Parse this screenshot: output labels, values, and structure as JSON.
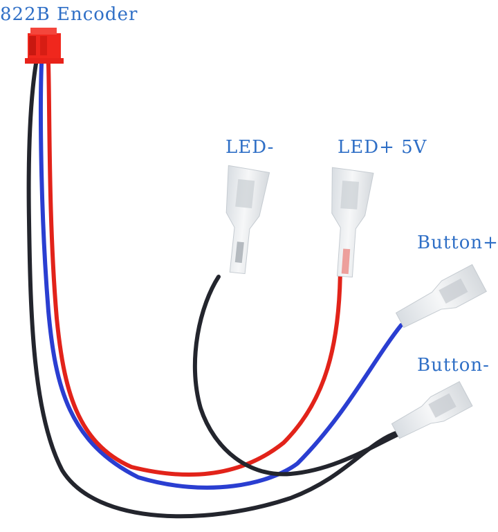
{
  "labels": {
    "encoder": "822B Encoder",
    "led_minus": "LED-",
    "led_plus": "LED+ 5V",
    "button_plus": "Button+",
    "button_minus": "Button-"
  },
  "colors": {
    "label_text": "#2f6fc6",
    "wire_red": "#e2231a",
    "wire_blue": "#2a3ed1",
    "wire_black": "#23252d",
    "connector_red": "#f0271d",
    "terminal_sleeve": "#e9ecef"
  },
  "objects": [
    {
      "name": "822B encoder connector",
      "type": "red 3-pin housing"
    },
    {
      "name": "LED- terminal",
      "wire": "black"
    },
    {
      "name": "LED+ 5V terminal",
      "wire": "red"
    },
    {
      "name": "Button+ terminal",
      "wire": "blue"
    },
    {
      "name": "Button- terminal",
      "wire": "black (double)"
    }
  ]
}
